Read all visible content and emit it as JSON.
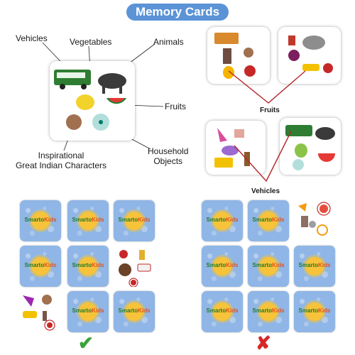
{
  "title": "Memory Cards",
  "categories": {
    "vehicles": "Vehicles",
    "vegetables": "Vegetables",
    "animals": "Animals",
    "fruits": "Fruits",
    "household_line1": "Household",
    "household_line2": "Objects",
    "inspirational_line1": "Inspirational",
    "inspirational_line2": "Great Indian Characters"
  },
  "match_labels": {
    "fruits": "Fruits",
    "vehicles": "Vehicles"
  },
  "brand": {
    "part1": "Smarto",
    "part2": "Kids"
  },
  "result_marks": {
    "correct": "✔",
    "wrong": "✘"
  },
  "colors": {
    "title_bg": "#5b93d6",
    "card_back": "#8fb6e6",
    "connector": "#b3262a",
    "correct": "#3aa23a",
    "wrong": "#d62828"
  }
}
